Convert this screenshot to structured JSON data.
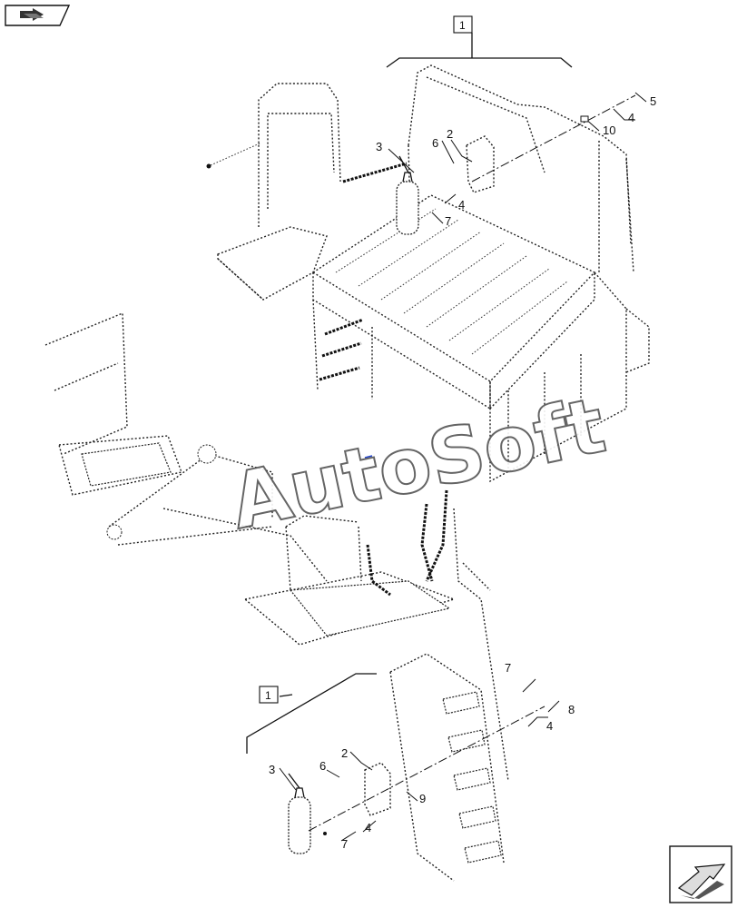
{
  "watermark": {
    "text": "AutoSoft"
  },
  "top_group": {
    "box_label": "1"
  },
  "bottom_group": {
    "box_label": "1"
  },
  "callouts_top": {
    "c2": "2",
    "c3": "3",
    "c4a": "4",
    "c4b": "4",
    "c5": "5",
    "c6": "6",
    "c7": "7",
    "c10": "10"
  },
  "callouts_bottom": {
    "c2": "2",
    "c3": "3",
    "c4a": "4",
    "c4b": "4",
    "c6": "6",
    "c7a": "7",
    "c7b": "7",
    "c8": "8",
    "c9": "9"
  },
  "icons": {
    "top_left": "book-arrow-icon",
    "bottom_right": "navigation-arrow-icon"
  }
}
